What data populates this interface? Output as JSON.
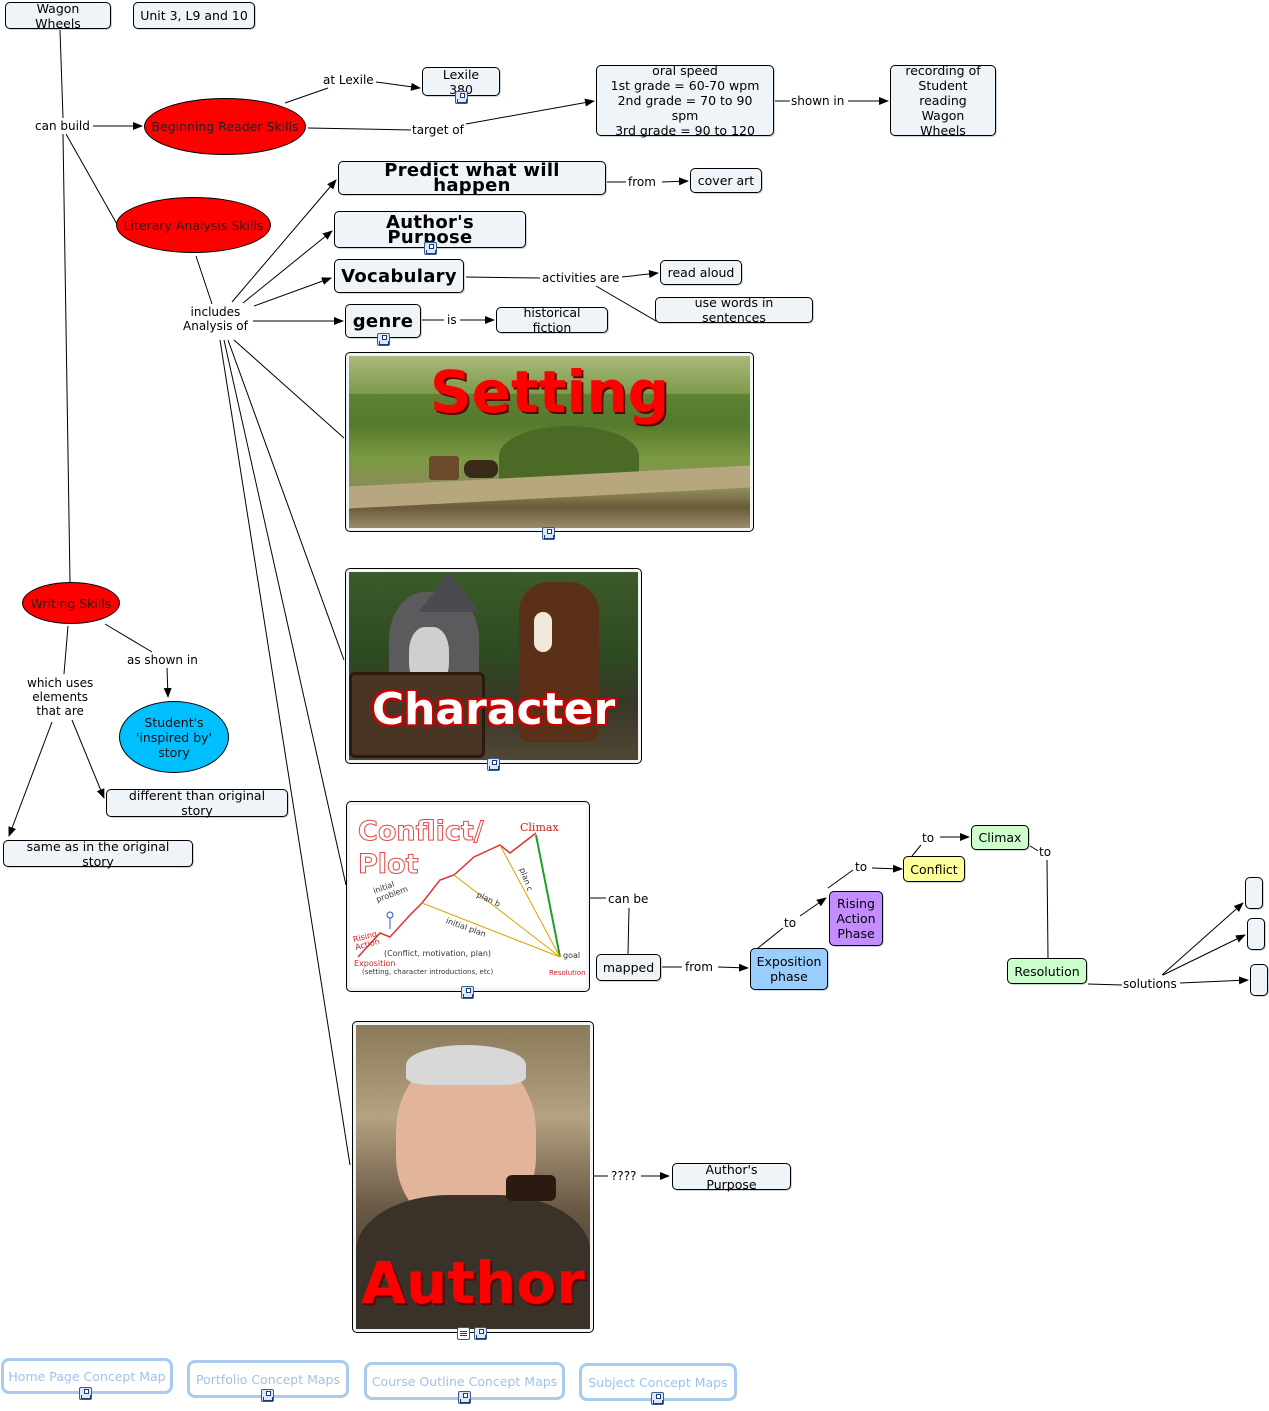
{
  "nodes": {
    "wagon_wheels": "Wagon Wheels",
    "unit": "Unit 3, L9 and 10",
    "beginning_reader": "Beginning Reader Skills",
    "literary_analysis": "Literary Analysis Skills",
    "writing_skills": "Writing Skills",
    "lexile": "Lexile 380",
    "oral_speed": "oral speed\n1st grade = 60-70 wpm\n2nd grade = 70 to 90 spm\n3rd grade = 90 to 120",
    "recording": "recording of\nStudent\nreading\nWagon Wheels",
    "predict": "Predict what will happen",
    "cover_art": "cover art",
    "authors_purpose_big": "Author's Purpose",
    "vocabulary": "Vocabulary",
    "read_aloud": "read aloud",
    "use_words": "use words in sentences",
    "genre": "genre",
    "historical_fiction": "historical fiction",
    "students_story": "Student's\n'inspired by'\nstory",
    "different": "different than original story",
    "same": "same as in the original story",
    "mapped": "mapped",
    "exposition": "Exposition\nphase",
    "rising": "Rising\nAction\nPhase",
    "conflict": "Conflict",
    "climax": "Climax",
    "resolution": "Resolution",
    "authors_purpose_small": "Author's Purpose"
  },
  "links": {
    "can_build": "can build",
    "at_lexile": "at Lexile",
    "target_of": "target of",
    "shown_in": "shown in",
    "from_predict": "from",
    "includes": "includes\nAnalysis of",
    "activities_are": "activities are",
    "is": "is",
    "as_shown_in": "as shown in",
    "which_uses": "which uses\nelements\nthat are",
    "can_be": "can be",
    "from_mapped": "from",
    "to1": "to",
    "to2": "to",
    "to3": "to",
    "to4": "to",
    "solutions": "solutions",
    "qqqq": "????"
  },
  "images": {
    "setting": "Setting",
    "character": "Character",
    "author": "Author",
    "plot_title": "Conflict/\nPlot",
    "plot_climax": "Climax",
    "plot_labels": {
      "initial_problem": "initial\nproblem",
      "plan_b": "plan b",
      "plan_c": "plan c",
      "initial_plan": "initial plan",
      "goal": "goal",
      "rising_action": "Rising\nAction",
      "conflict_note": "(Conflict, motivation, plan)",
      "exposition": "Exposition",
      "exposition_note": "(setting, character introductions, etc)",
      "resolution": "Resolution"
    }
  },
  "nav": {
    "home": "Home Page Concept Map",
    "portfolio": "Portfolio Concept Maps",
    "course": "Course Outline Concept Maps",
    "subject": "Subject Concept Maps"
  },
  "colors": {
    "red_oval": "#ff0000",
    "cyan_oval": "#00bfff",
    "node_bg": "#eef4f7",
    "blue_node": "#9ccdff",
    "purple_node": "#c38cff",
    "yellow_node": "#ffff99",
    "green_node": "#ccffcc",
    "nav_border": "#a9cbee"
  }
}
